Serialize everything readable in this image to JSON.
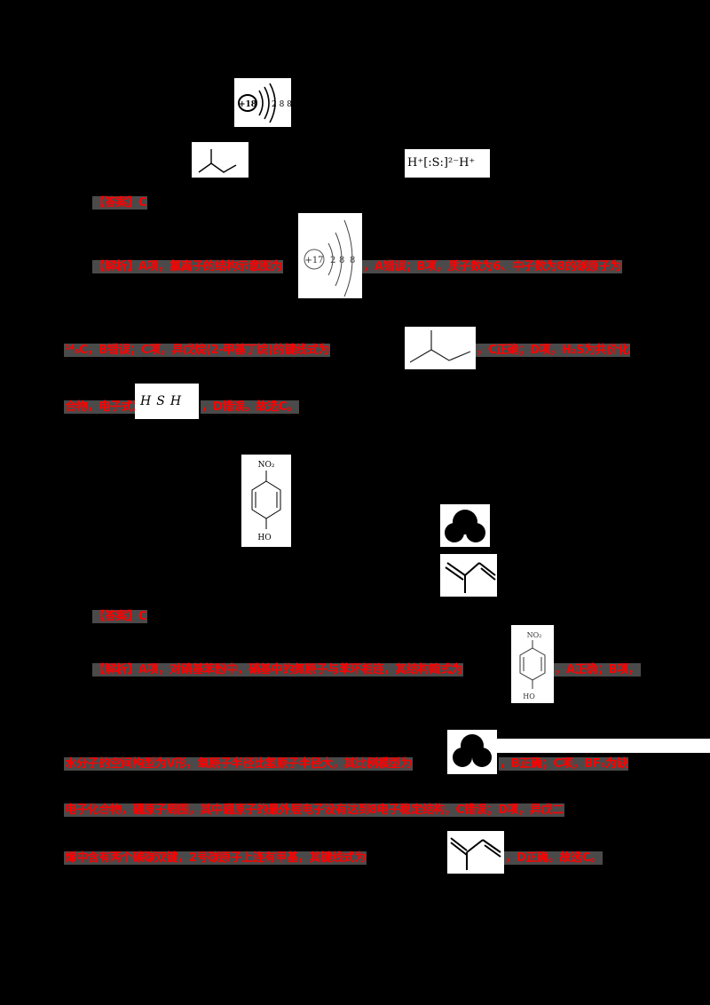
{
  "page": {
    "background": "#000000",
    "text_color": "#ff0000",
    "highlight_bg": "#4a4a4a"
  },
  "q1": {
    "images": {
      "ar_structure": {
        "nucleus": "+18",
        "shells": "2 8 8"
      },
      "h2s_ionic": "H⁺[:S:]²⁻H⁺"
    },
    "answer": "【答案】C",
    "analysis_line1_a": "【解析】A项，氯离子的结构示意图为",
    "cl_structure": {
      "nucleus": "+17",
      "shells": [
        "2",
        "8",
        "8"
      ]
    },
    "analysis_line1_b": "，A错误；B项，质子数为6、中子数为8的碳原子为",
    "analysis_line2_a": "¹⁴₆C，B错误；C项，异戊烷(2-甲基丁烷)的键线式为",
    "analysis_line2_b": "，C正确；D项，H₂S为共价化",
    "analysis_line3_a": "合物，电子式为",
    "h2s_lewis": {
      "left": "H",
      "center": "S",
      "right": "H"
    },
    "analysis_line3_b": "，D错误。故选C。"
  },
  "q2": {
    "images": {
      "nitrophenol": {
        "top": "NO₂",
        "bottom": "HO"
      }
    },
    "answer": "【答案】C",
    "analysis_line1_a": "【解析】A项，对硝基苯酚中，硝基中的氮原子与苯环相连，其结构简式为",
    "nitrophenol": {
      "top": "NO₂",
      "bottom": "HO"
    },
    "analysis_line1_b": "，A正确；B项，",
    "analysis_line2_a": "水分子的空间构型为V形，氧原子半径比氢原子半径大，其比例模型为",
    "analysis_line2_b": "，B正确；C项，BF₃为缺",
    "analysis_line3": "电子化合物，硼原子周围，其中硼原子的最外层电子没有达到8电子稳定结构，C错误；D项，异戊二",
    "analysis_line4_a": "烯中含有两个碳碳双键，2号碳原子上连有甲基，其键线式为",
    "analysis_line4_b": "，D正确。故选C。"
  }
}
